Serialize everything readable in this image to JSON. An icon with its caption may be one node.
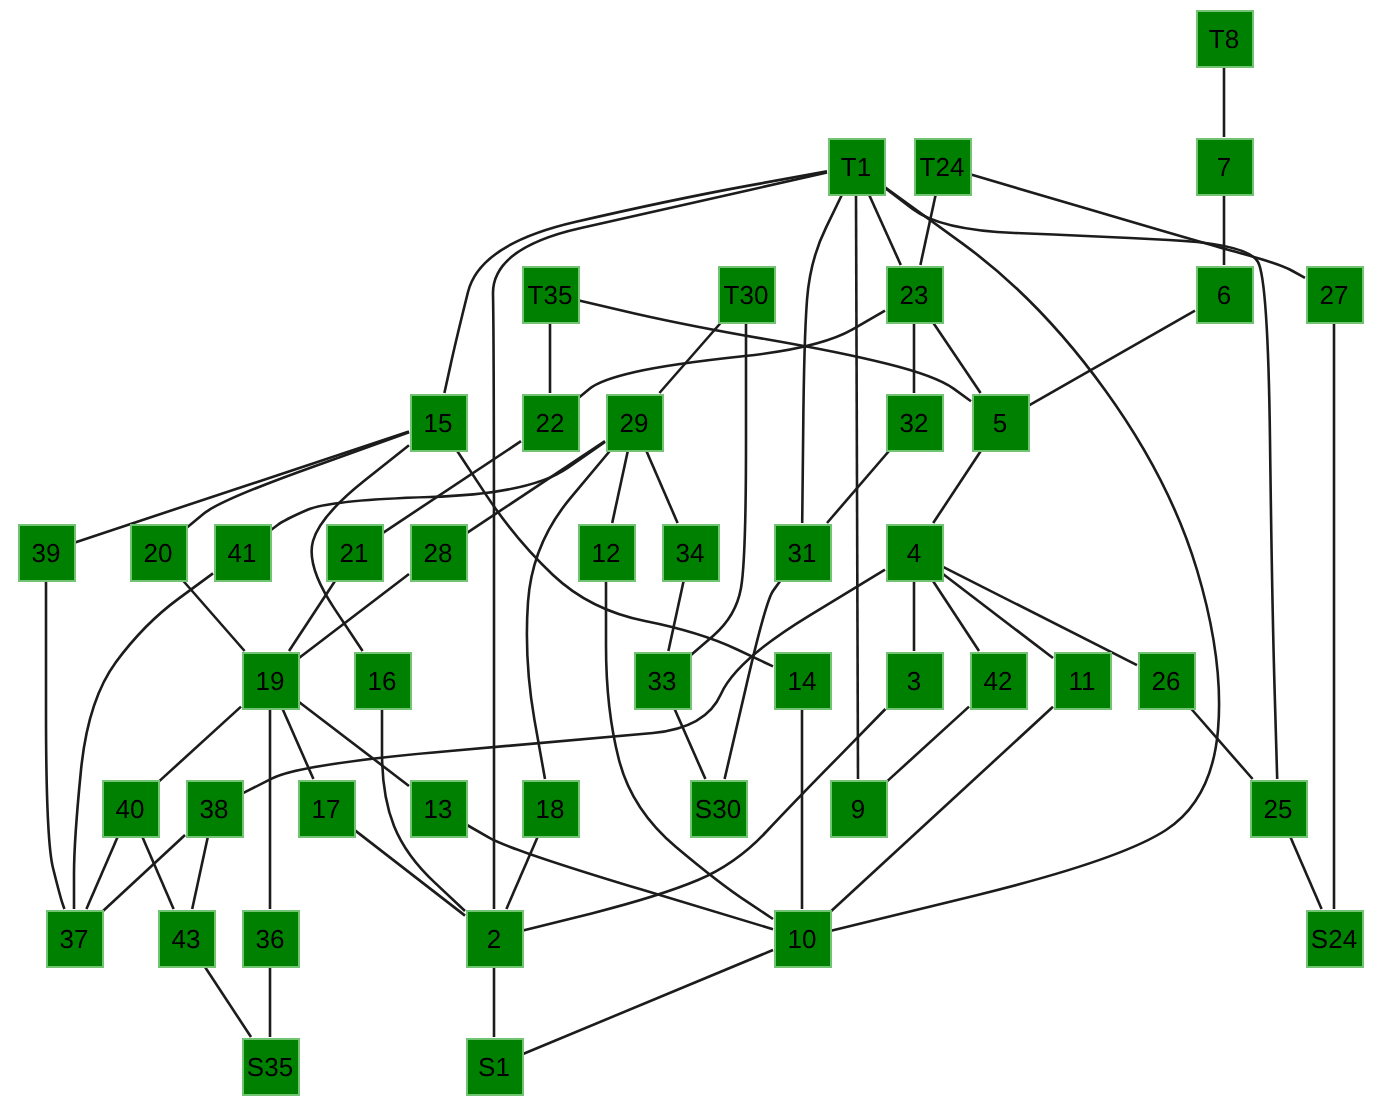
{
  "diagram": {
    "nodes": [
      {
        "text": [
          "T8"
        ]
      },
      {
        "text": [
          "T1"
        ]
      },
      {
        "text": [
          "T24"
        ]
      },
      {
        "text": [
          "7"
        ]
      },
      {
        "text": [
          "T35"
        ]
      },
      {
        "text": [
          "T30"
        ]
      },
      {
        "text": [
          "23"
        ]
      },
      {
        "text": [
          "6"
        ]
      },
      {
        "text": [
          "27"
        ]
      },
      {
        "text": [
          "15"
        ]
      },
      {
        "text": [
          "22"
        ]
      },
      {
        "text": [
          "29"
        ]
      },
      {
        "text": [
          "32"
        ]
      },
      {
        "text": [
          "5"
        ]
      },
      {
        "text": [
          "39"
        ]
      },
      {
        "text": [
          "20"
        ]
      },
      {
        "text": [
          "41"
        ]
      },
      {
        "text": [
          "21"
        ]
      },
      {
        "text": [
          "28"
        ]
      },
      {
        "text": [
          "12"
        ]
      },
      {
        "text": [
          "34"
        ]
      },
      {
        "text": [
          "31"
        ]
      },
      {
        "text": [
          "4"
        ]
      },
      {
        "text": [
          "19"
        ]
      },
      {
        "text": [
          "16"
        ]
      },
      {
        "text": [
          "33"
        ]
      },
      {
        "text": [
          "14"
        ]
      },
      {
        "text": [
          "3"
        ]
      },
      {
        "text": [
          "42"
        ]
      },
      {
        "text": [
          "11"
        ]
      },
      {
        "text": [
          "26"
        ]
      },
      {
        "text": [
          "40"
        ]
      },
      {
        "text": [
          "38"
        ]
      },
      {
        "text": [
          "17"
        ]
      },
      {
        "text": [
          "13"
        ]
      },
      {
        "text": [
          "18"
        ]
      },
      {
        "text": [
          "S30"
        ]
      },
      {
        "text": [
          "9"
        ]
      },
      {
        "text": [
          "25"
        ]
      },
      {
        "text": [
          "37"
        ]
      },
      {
        "text": [
          "43"
        ]
      },
      {
        "text": [
          "36"
        ]
      },
      {
        "text": [
          "2"
        ]
      },
      {
        "text": [
          "10"
        ]
      },
      {
        "text": [
          "S24"
        ]
      },
      {
        "text": [
          "S35"
        ]
      },
      {
        "text": [
          "S1"
        ]
      }
    ],
    "edges": [
      {
        "from": 0,
        "to": 3,
        "arrow": "none"
      },
      {
        "from": 3,
        "to": 7,
        "arrow": "none"
      },
      {
        "from": 7,
        "to": 13,
        "arrow": "none"
      },
      {
        "from": 1,
        "to": 9,
        "arrow": "none"
      },
      {
        "from": 1,
        "to": 42,
        "arrow": "none"
      },
      {
        "from": 1,
        "to": 6,
        "arrow": "none"
      },
      {
        "from": 1,
        "to": 21,
        "arrow": "none"
      },
      {
        "from": 1,
        "to": 37,
        "arrow": "none"
      },
      {
        "from": 1,
        "to": 43,
        "arrow": "none"
      },
      {
        "from": 1,
        "to": 38,
        "arrow": "none"
      },
      {
        "from": 2,
        "to": 6,
        "arrow": "none"
      },
      {
        "from": 2,
        "to": 8,
        "arrow": "none"
      },
      {
        "from": 4,
        "to": 10,
        "arrow": "none"
      },
      {
        "from": 4,
        "to": 13,
        "arrow": "none"
      },
      {
        "from": 5,
        "to": 11,
        "arrow": "none"
      },
      {
        "from": 5,
        "to": 25,
        "arrow": "none"
      },
      {
        "from": 6,
        "to": 10,
        "arrow": "none"
      },
      {
        "from": 6,
        "to": 12,
        "arrow": "none"
      },
      {
        "from": 6,
        "to": 13,
        "arrow": "none"
      },
      {
        "from": 9,
        "to": 14,
        "arrow": "none"
      },
      {
        "from": 9,
        "to": 15,
        "arrow": "none"
      },
      {
        "from": 9,
        "to": 24,
        "arrow": "none"
      },
      {
        "from": 9,
        "to": 26,
        "arrow": "none"
      },
      {
        "from": 10,
        "to": 17,
        "arrow": "none"
      },
      {
        "from": 11,
        "to": 16,
        "arrow": "none"
      },
      {
        "from": 11,
        "to": 18,
        "arrow": "none"
      },
      {
        "from": 11,
        "to": 35,
        "arrow": "none"
      },
      {
        "from": 11,
        "to": 19,
        "arrow": "none"
      },
      {
        "from": 11,
        "to": 20,
        "arrow": "none"
      },
      {
        "from": 12,
        "to": 21,
        "arrow": "none"
      },
      {
        "from": 13,
        "to": 22,
        "arrow": "none"
      },
      {
        "from": 14,
        "to": 39,
        "arrow": "none"
      },
      {
        "from": 15,
        "to": 23,
        "arrow": "none"
      },
      {
        "from": 16,
        "to": 39,
        "arrow": "none"
      },
      {
        "from": 17,
        "to": 23,
        "arrow": "none"
      },
      {
        "from": 18,
        "to": 23,
        "arrow": "none"
      },
      {
        "from": 19,
        "to": 43,
        "arrow": "none"
      },
      {
        "from": 20,
        "to": 25,
        "arrow": "none"
      },
      {
        "from": 21,
        "to": 36,
        "arrow": "none"
      },
      {
        "from": 22,
        "to": 32,
        "arrow": "none"
      },
      {
        "from": 22,
        "to": 27,
        "arrow": "none"
      },
      {
        "from": 22,
        "to": 28,
        "arrow": "none"
      },
      {
        "from": 22,
        "to": 29,
        "arrow": "none"
      },
      {
        "from": 22,
        "to": 30,
        "arrow": "none"
      },
      {
        "from": 23,
        "to": 31,
        "arrow": "none"
      },
      {
        "from": 23,
        "to": 41,
        "arrow": "none"
      },
      {
        "from": 23,
        "to": 33,
        "arrow": "none"
      },
      {
        "from": 23,
        "to": 34,
        "arrow": "none"
      },
      {
        "from": 24,
        "to": 42,
        "arrow": "none"
      },
      {
        "from": 25,
        "to": 36,
        "arrow": "none"
      },
      {
        "from": 26,
        "to": 43,
        "arrow": "none"
      },
      {
        "from": 27,
        "to": 42,
        "arrow": "none"
      },
      {
        "from": 28,
        "to": 37,
        "arrow": "none"
      },
      {
        "from": 29,
        "to": 43,
        "arrow": "none"
      },
      {
        "from": 30,
        "to": 38,
        "arrow": "none"
      },
      {
        "from": 31,
        "to": 39,
        "arrow": "none"
      },
      {
        "from": 31,
        "to": 40,
        "arrow": "none"
      },
      {
        "from": 32,
        "to": 39,
        "arrow": "none"
      },
      {
        "from": 32,
        "to": 40,
        "arrow": "none"
      },
      {
        "from": 33,
        "to": 42,
        "arrow": "none"
      },
      {
        "from": 34,
        "to": 43,
        "arrow": "none"
      },
      {
        "from": 35,
        "to": 42,
        "arrow": "none"
      },
      {
        "from": 38,
        "to": 44,
        "arrow": "none"
      },
      {
        "from": 8,
        "to": 44,
        "arrow": "none"
      },
      {
        "from": 40,
        "to": 45,
        "arrow": "none"
      },
      {
        "from": 41,
        "to": 45,
        "arrow": "none"
      },
      {
        "from": 42,
        "to": 46,
        "arrow": "none"
      },
      {
        "from": 43,
        "to": 46,
        "arrow": "none"
      }
    ]
  }
}
